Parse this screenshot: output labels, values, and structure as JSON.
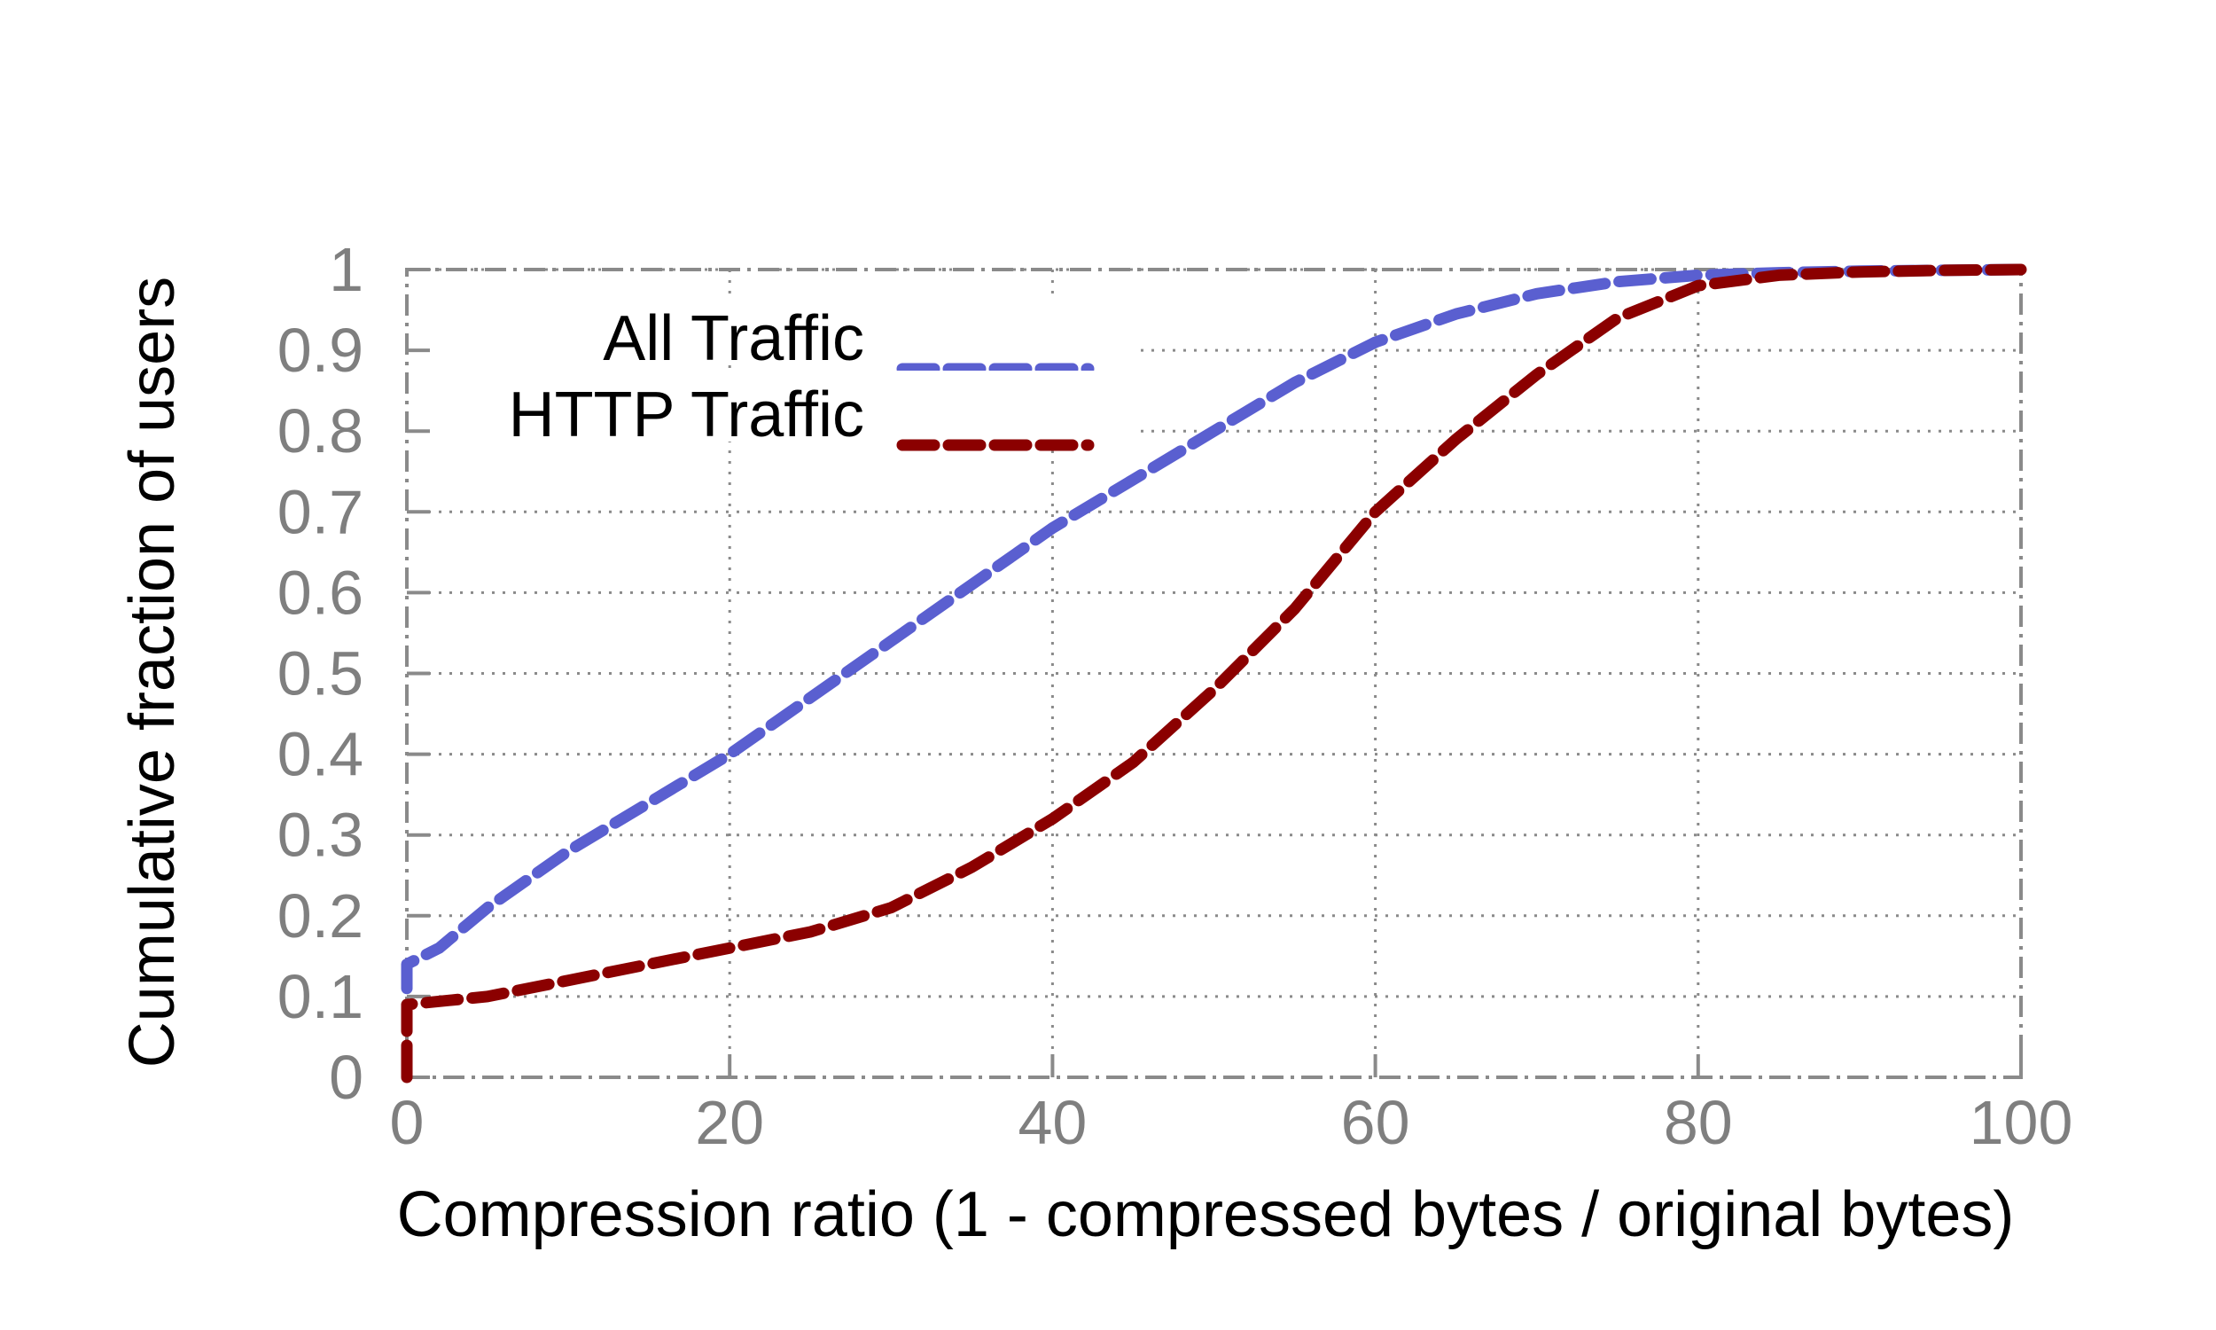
{
  "chart_data": {
    "type": "line",
    "xlabel": "Compression ratio (1 - compressed bytes / original bytes)",
    "ylabel": "Cumulative fraction of users",
    "xlim": [
      0,
      100
    ],
    "ylim": [
      0,
      1
    ],
    "xticks": [
      "0",
      "20",
      "40",
      "60",
      "80",
      "100"
    ],
    "yticks": [
      "0",
      "0.1",
      "0.2",
      "0.3",
      "0.4",
      "0.5",
      "0.6",
      "0.7",
      "0.8",
      "0.9",
      "1"
    ],
    "grid": true,
    "legend_position": "top-left",
    "series": [
      {
        "name": "All Traffic",
        "color": "#5a5fd0",
        "x": [
          0,
          0,
          0,
          2,
          5,
          10,
          15,
          20,
          25,
          30,
          35,
          40,
          45,
          50,
          55,
          60,
          65,
          70,
          75,
          80,
          85,
          90,
          95,
          100
        ],
        "y": [
          0.11,
          0.12,
          0.14,
          0.16,
          0.21,
          0.28,
          0.34,
          0.4,
          0.47,
          0.54,
          0.61,
          0.68,
          0.74,
          0.8,
          0.86,
          0.91,
          0.945,
          0.97,
          0.985,
          0.993,
          0.996,
          0.998,
          0.999,
          1.0
        ]
      },
      {
        "name": "HTTP Traffic",
        "color": "#8b0000",
        "x": [
          0,
          0,
          0,
          0,
          5,
          10,
          15,
          20,
          25,
          30,
          35,
          40,
          45,
          50,
          55,
          60,
          65,
          70,
          75,
          80,
          85,
          90,
          95,
          100
        ],
        "y": [
          0.0,
          0.04,
          0.08,
          0.09,
          0.1,
          0.12,
          0.14,
          0.16,
          0.18,
          0.21,
          0.26,
          0.32,
          0.39,
          0.48,
          0.58,
          0.7,
          0.79,
          0.87,
          0.94,
          0.98,
          0.993,
          0.997,
          0.999,
          1.0
        ]
      }
    ]
  }
}
